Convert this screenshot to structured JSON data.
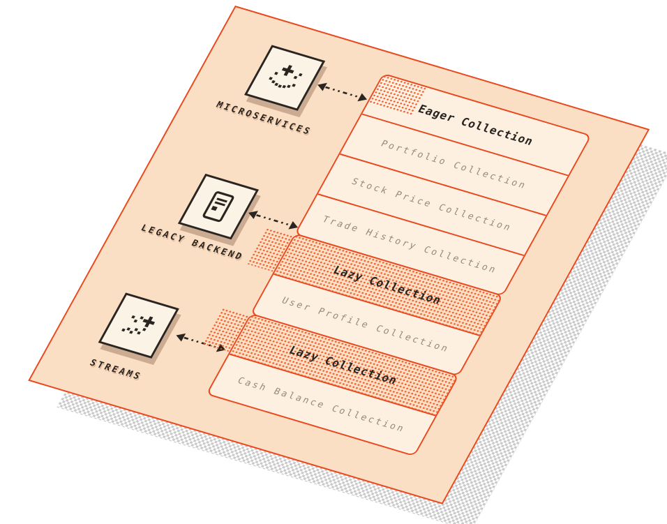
{
  "sources": [
    {
      "label": "MICROSERVICES"
    },
    {
      "label": "LEGACY BACKEND"
    },
    {
      "label": "STREAMS"
    }
  ],
  "panel": {
    "groups": [
      {
        "header": "Eager Collection",
        "variant": "eager",
        "rows": [
          "Portfolio Collection",
          "Stock Price Collection",
          "Trade History Collection"
        ]
      },
      {
        "header": "Lazy Collection",
        "variant": "lazy",
        "rows": [
          "User Profile Collection"
        ]
      },
      {
        "header": "Lazy Collection",
        "variant": "lazy",
        "rows": [
          "Cash Balance Collection"
        ]
      }
    ]
  },
  "colors": {
    "accent": "#e8491f",
    "card_bg": "#fbdfc4",
    "row_bg": "#fdf0e1",
    "text_dark": "#2b2521",
    "text_muted": "#95897c",
    "halftone_dot": "#ef5f2e",
    "shadow_checker": "#c9c9c9"
  }
}
